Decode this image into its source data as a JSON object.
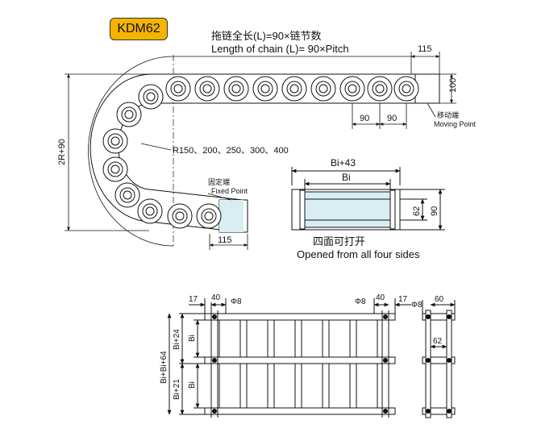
{
  "model": "KDM62",
  "title_cn": "拖链全长(L)=90×链节数",
  "title_en": "Length of chain (L)=  90×Pitch",
  "colors": {
    "badge": "#f4b400",
    "link": "#ffffff",
    "roller": "#333333",
    "highlight": "#d8eef2"
  },
  "side_view": {
    "dim_end_top": "115",
    "dim_height": "100",
    "dim_pitch_1": "90",
    "dim_pitch_2": "90",
    "moving_cn": "移动端",
    "moving_en": "Moving Point",
    "dim_bend": "2R+90",
    "radii": "R150、200、250、300、400",
    "fixed_cn": "固定端",
    "fixed_en": "Fixed Point",
    "dim_end_bottom": "115"
  },
  "cross_section": {
    "dim_outer": "Bi+43",
    "dim_inner": "Bi",
    "dim_62": "62",
    "dim_90": "90",
    "caption_cn": "四面可打开",
    "caption_en": "Opened from all four sides"
  },
  "plan_view": {
    "dim_17_left": "17",
    "dim_40_left": "40",
    "phi_left": "Φ8",
    "phi_right": "Φ8",
    "dim_40_right": "40",
    "dim_17_right": "17",
    "dim_bi24": "Bi+24",
    "dim_bi64": "Bi+Bi+64",
    "dim_bi21": "Bi+21",
    "dim_bi_top": "Bi",
    "dim_bi_bottom": "Bi"
  },
  "end_view": {
    "phi": "Φ8",
    "dim_60": "60",
    "dim_62": "62"
  }
}
